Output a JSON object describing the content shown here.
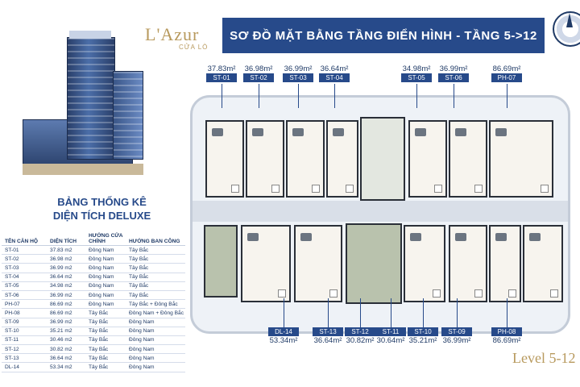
{
  "logo": {
    "name": "L'Azur",
    "sub": "CỬA LÒ"
  },
  "title": "SƠ ĐỒ MẶT BẰNG TẦNG ĐIỂN HÌNH - TẦNG 5->12",
  "stats": {
    "title_line1": "BẢNG THỐNG KÊ",
    "title_line2": "DIỆN TÍCH DELUXE",
    "headers": [
      "TÊN CĂN HỘ",
      "DIỆN TÍCH",
      "HƯỚNG CỬA CHÍNH",
      "HƯỚNG BAN CÔNG"
    ],
    "rows": [
      [
        "ST-01",
        "37.83 m2",
        "Đông Nam",
        "Tây Bắc"
      ],
      [
        "ST-02",
        "36.98 m2",
        "Đông Nam",
        "Tây Bắc"
      ],
      [
        "ST-03",
        "36.99 m2",
        "Đông Nam",
        "Tây Bắc"
      ],
      [
        "ST-04",
        "36.64 m2",
        "Đông Nam",
        "Tây Bắc"
      ],
      [
        "ST-05",
        "34.98 m2",
        "Đông Nam",
        "Tây Bắc"
      ],
      [
        "ST-06",
        "36.99 m2",
        "Đông Nam",
        "Tây Bắc"
      ],
      [
        "PH-07",
        "86.69 m2",
        "Đông Nam",
        "Tây Bắc + Đông Bắc"
      ],
      [
        "PH-08",
        "86.69 m2",
        "Tây Bắc",
        "Đông Nam + Đông Bắc"
      ],
      [
        "ST-09",
        "36.99 m2",
        "Tây Bắc",
        "Đông Nam"
      ],
      [
        "ST-10",
        "35.21 m2",
        "Tây Bắc",
        "Đông Nam"
      ],
      [
        "ST-11",
        "30.46 m2",
        "Tây Bắc",
        "Đông Nam"
      ],
      [
        "ST-12",
        "30.82 m2",
        "Tây Bắc",
        "Đông Nam"
      ],
      [
        "ST-13",
        "36.64 m2",
        "Tây Bắc",
        "Đông Nam"
      ],
      [
        "DL-14",
        "53.34 m2",
        "Tây Bắc",
        "Đông Nam"
      ]
    ]
  },
  "top_units": [
    {
      "code": "ST-01",
      "area": "37.83m²"
    },
    {
      "code": "ST-02",
      "area": "36.98m²"
    },
    {
      "code": "ST-03",
      "area": "36.99m²"
    },
    {
      "code": "ST-04",
      "area": "36.64m²"
    },
    {
      "code": "ST-05",
      "area": "34.98m²"
    },
    {
      "code": "ST-06",
      "area": "36.99m²"
    },
    {
      "code": "PH-07",
      "area": "86.69m²"
    }
  ],
  "bottom_units": [
    {
      "code": "DL-14",
      "area": "53.34m²"
    },
    {
      "code": "ST-13",
      "area": "36.64m²"
    },
    {
      "code": "ST-12",
      "area": "30.82m²"
    },
    {
      "code": "ST-11",
      "area": "30.64m²"
    },
    {
      "code": "ST-10",
      "area": "35.21m²"
    },
    {
      "code": "ST-09",
      "area": "36.99m²"
    },
    {
      "code": "PH-08",
      "area": "86.69m²"
    }
  ],
  "level": "Level 5-12"
}
